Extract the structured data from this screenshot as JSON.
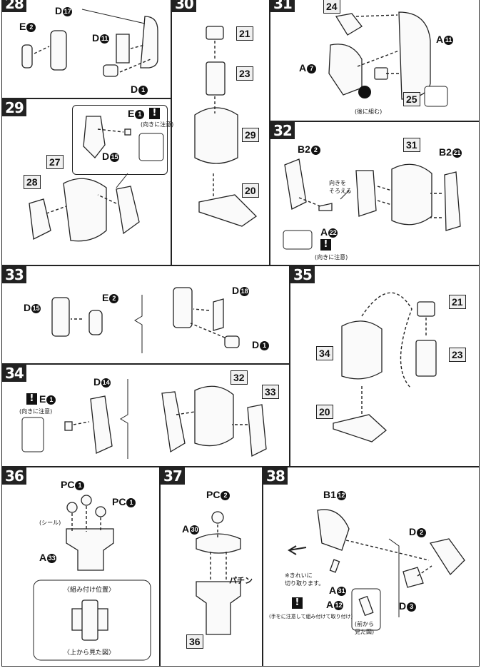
{
  "steps": [
    {
      "num": "28",
      "labels": [
        {
          "text": "E",
          "sub": "2"
        },
        {
          "text": "D",
          "sub": "17"
        },
        {
          "text": "D",
          "sub": "11"
        },
        {
          "text": "D",
          "sub": "1"
        }
      ]
    },
    {
      "num": "29",
      "labels": [
        {
          "text": "E",
          "sub": "1"
        },
        {
          "text": "D",
          "sub": "15"
        }
      ],
      "boxes": [
        "27",
        "28"
      ],
      "note": "(向きに注意)"
    },
    {
      "num": "30",
      "boxes": [
        "21",
        "23",
        "29",
        "20"
      ]
    },
    {
      "num": "31",
      "boxes": [
        "24",
        "25"
      ],
      "labels": [
        {
          "text": "A",
          "sub": "11"
        },
        {
          "text": "A",
          "sub": "7"
        }
      ],
      "note": "(後に組む)"
    },
    {
      "num": "32",
      "labels": [
        {
          "text": "B2",
          "sub": "2"
        },
        {
          "text": "B2",
          "sub": "21"
        },
        {
          "text": "A",
          "sub": "22"
        }
      ],
      "boxes": [
        "31"
      ],
      "note": "(向きに注意)",
      "note2": "向きを\nそろえる"
    },
    {
      "num": "33",
      "labels": [
        {
          "text": "D",
          "sub": "15"
        },
        {
          "text": "E",
          "sub": "2"
        },
        {
          "text": "D",
          "sub": "18"
        },
        {
          "text": "D",
          "sub": "1"
        }
      ]
    },
    {
      "num": "34",
      "labels": [
        {
          "text": "E",
          "sub": "1"
        },
        {
          "text": "D",
          "sub": "14"
        }
      ],
      "boxes": [
        "32",
        "33"
      ],
      "note": "(向きに注意)"
    },
    {
      "num": "35",
      "boxes": [
        "21",
        "23",
        "34",
        "20"
      ]
    },
    {
      "num": "36",
      "labels": [
        {
          "text": "PC",
          "sub": "1"
        },
        {
          "text": "PC",
          "sub": "1"
        },
        {
          "text": "A",
          "sub": "33"
        }
      ],
      "note": "(シール)",
      "sub_title": "〈組み付け位置〉",
      "sub_caption": "〈上から見た図〉"
    },
    {
      "num": "37",
      "labels": [
        {
          "text": "PC",
          "sub": "2"
        },
        {
          "text": "A",
          "sub": "30"
        }
      ],
      "boxes": [
        "36"
      ],
      "note": "パチン"
    },
    {
      "num": "38",
      "labels": [
        {
          "text": "B1",
          "sub": "12"
        },
        {
          "text": "D",
          "sub": "2"
        },
        {
          "text": "D",
          "sub": "3"
        },
        {
          "text": "A",
          "sub": "31"
        },
        {
          "text": "A",
          "sub": "12"
        }
      ],
      "note": "※きれいに\n切り取ります。",
      "note2": "(手をに注意して組み付けて取り付け)",
      "note3": "(前から\n見た図)"
    }
  ]
}
